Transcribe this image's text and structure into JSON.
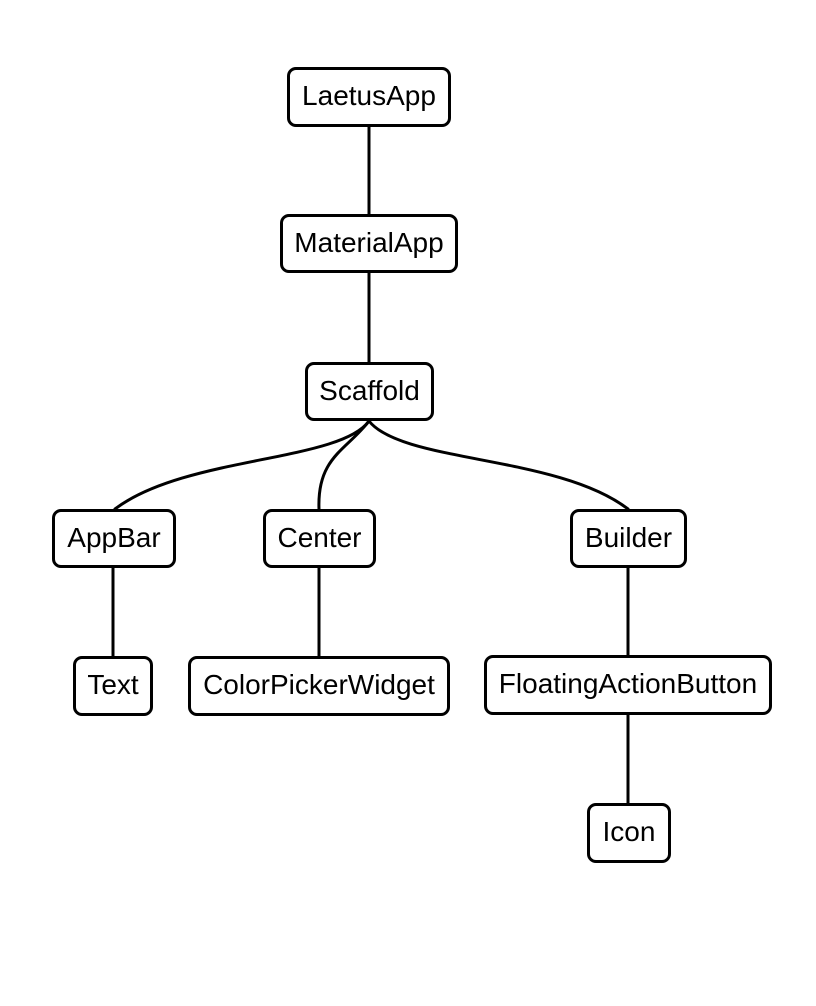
{
  "diagram": {
    "type": "widget-tree",
    "nodes": [
      {
        "id": "laetusapp",
        "label": "LaetusApp"
      },
      {
        "id": "materialapp",
        "label": "MaterialApp"
      },
      {
        "id": "scaffold",
        "label": "Scaffold"
      },
      {
        "id": "appbar",
        "label": "AppBar"
      },
      {
        "id": "center",
        "label": "Center"
      },
      {
        "id": "builder",
        "label": "Builder"
      },
      {
        "id": "text",
        "label": "Text"
      },
      {
        "id": "colorpickerwidget",
        "label": "ColorPickerWidget"
      },
      {
        "id": "floatingactionbutton",
        "label": "FloatingActionButton"
      },
      {
        "id": "icon",
        "label": "Icon"
      }
    ],
    "edges": [
      {
        "from": "LaetusApp",
        "to": "MaterialApp"
      },
      {
        "from": "MaterialApp",
        "to": "Scaffold"
      },
      {
        "from": "Scaffold",
        "to": "AppBar"
      },
      {
        "from": "Scaffold",
        "to": "Center"
      },
      {
        "from": "Scaffold",
        "to": "Builder"
      },
      {
        "from": "AppBar",
        "to": "Text"
      },
      {
        "from": "Center",
        "to": "ColorPickerWidget"
      },
      {
        "from": "Builder",
        "to": "FloatingActionButton"
      },
      {
        "from": "FloatingActionButton",
        "to": "Icon"
      }
    ],
    "colors": {
      "background": "#ffffff",
      "node_fill": "#ffffff",
      "node_border": "#000000",
      "edge": "#000000",
      "text": "#000000"
    }
  }
}
